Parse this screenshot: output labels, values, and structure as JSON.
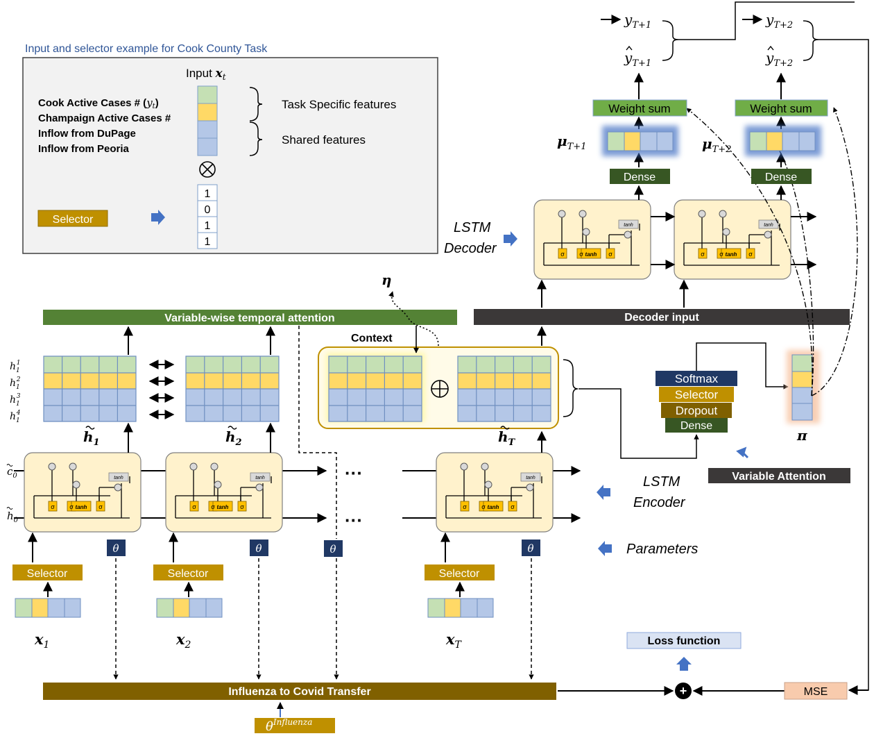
{
  "example": {
    "caption": "Input and selector example for Cook County Task",
    "input_title": "Input ",
    "input_symbol": "x",
    "input_sub": "t",
    "features": [
      "Cook Active Cases #  (",
      "Champaign Active Cases #",
      "Inflow from DuPage",
      "Inflow from Peoria"
    ],
    "feature1_y": "y",
    "feature1_sub": "t",
    "feature1_close": ")",
    "task_specific": "Task Specific features",
    "shared": "Shared features",
    "otimes": "⊗",
    "selector": "Selector",
    "mask": [
      "1",
      "0",
      "1",
      "1"
    ]
  },
  "encoder": {
    "label_line1": "LSTM",
    "label_line2": "Encoder",
    "c0": "c",
    "h0": "h",
    "zero": "0",
    "tanh": "tanh",
    "sigma": "σ",
    "ellipsis": "···",
    "hidden_rows": [
      "h",
      "h",
      "h",
      "h"
    ],
    "hidden_sub": "1",
    "hidden_sups": [
      "1",
      "2",
      "3",
      "4"
    ],
    "h_tilde": "h",
    "h_subs": [
      "1",
      "2",
      "T"
    ],
    "inputs": [
      "x",
      "x",
      "x"
    ],
    "input_subs": [
      "1",
      "2",
      "T"
    ],
    "theta": "θ",
    "selector": "Selector"
  },
  "attention": {
    "temporal": "Variable-wise temporal attention",
    "context": "Context",
    "eta": "η",
    "oplus": "⊕",
    "decoder_input": "Decoder input",
    "variable_attention": "Variable Attention",
    "stack": [
      "Softmax",
      "Selector",
      "Dropout",
      "Dense"
    ],
    "pi": "π"
  },
  "decoder": {
    "label_line1": "LSTM",
    "label_line2": "Decoder",
    "dense": "Dense",
    "weight_sum": "Weight sum",
    "mu": "μ",
    "mu_subs": [
      "T+1",
      "T+2"
    ],
    "y": "y",
    "y_subs": [
      "T+1",
      "T+2"
    ]
  },
  "training": {
    "parameters": "Parameters",
    "transfer": "Influenza to Covid Transfer",
    "theta_influenza": "θ",
    "theta_sup": "Influenza",
    "loss": "Loss function",
    "mse": "MSE",
    "plus": "+"
  },
  "colors": {
    "green": "#c5e0b4",
    "yellow": "#ffd966",
    "blue": "#b4c7e7",
    "gold": "#bf9000",
    "dark_green": "#548235",
    "dense_green": "#375623",
    "navy": "#203864",
    "charcoal": "#3b3838",
    "brown": "#806000",
    "cell_bg": "#fff2cc"
  }
}
